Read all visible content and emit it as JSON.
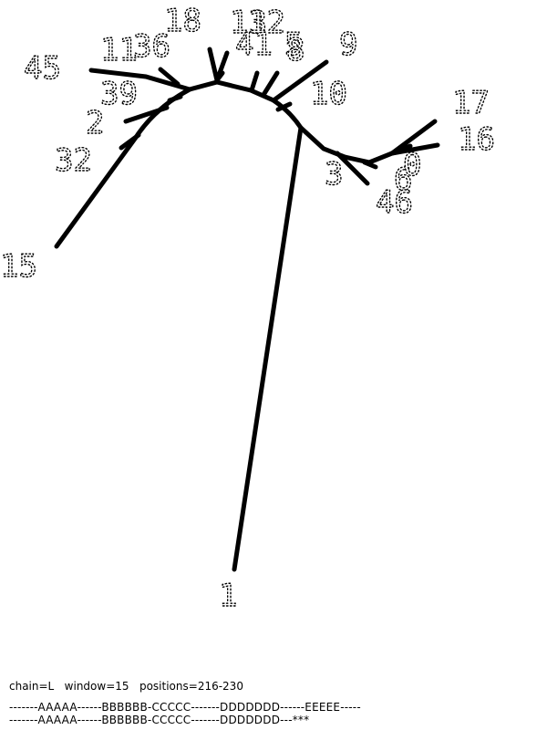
{
  "tree": {
    "leaves": [
      "1",
      "15",
      "45",
      "11",
      "36",
      "39",
      "2",
      "32",
      "18",
      "13",
      "12",
      "41",
      "5",
      "8",
      "9",
      "10",
      "3",
      "6",
      "0",
      "46",
      "17",
      "16"
    ]
  },
  "footer": {
    "info": "chain=L   window=15   positions=216-230",
    "seq_lines": [
      "-------AAAAA------BBBBBB-CCCCC-------DDDDDDD------EEEEE-----",
      "-------AAAAA------BBBBBB-CCCCC-------DDDDDDD---***"
    ]
  }
}
